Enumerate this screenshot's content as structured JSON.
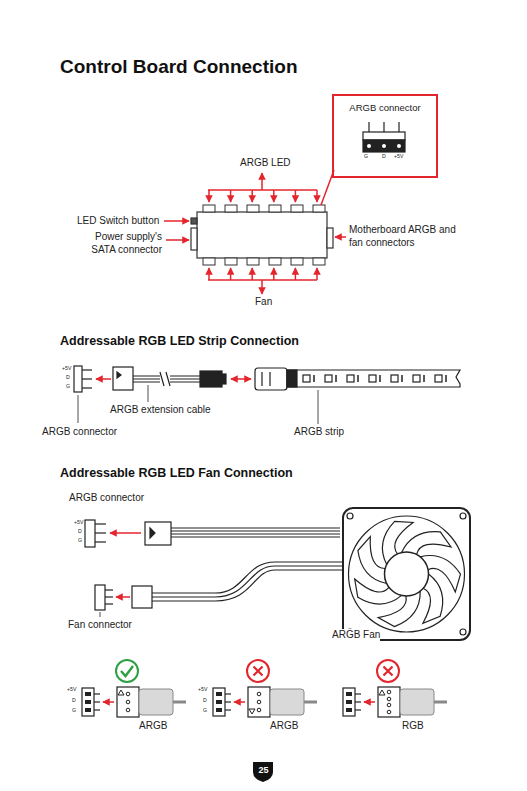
{
  "diagram": {
    "title": "Control Board Connection",
    "nodes": [
      {
        "text": [
          "ARGB connector"
        ]
      },
      {
        "text": [
          "25"
        ]
      }
    ],
    "labels": [
      "G",
      "D",
      "+5V",
      "ARGB LED",
      "LED Switch button",
      "Power supply's SATA connector",
      "Motherboard ARGB and fan connectors",
      "Fan",
      "Addressable RGB LED Strip Connection",
      "+5V",
      "D",
      "G",
      "ARGB extension cable",
      "ARGB connector",
      "ARGB strip",
      "Addressable RGB LED Fan Connection",
      "ARGB connector",
      "+5V",
      "D",
      "G",
      "Fan connector",
      "ARGB Fan",
      "+5V",
      "D",
      "G",
      "ARGB",
      "+5V",
      "D",
      "G",
      "ARGB",
      "RGB"
    ]
  }
}
